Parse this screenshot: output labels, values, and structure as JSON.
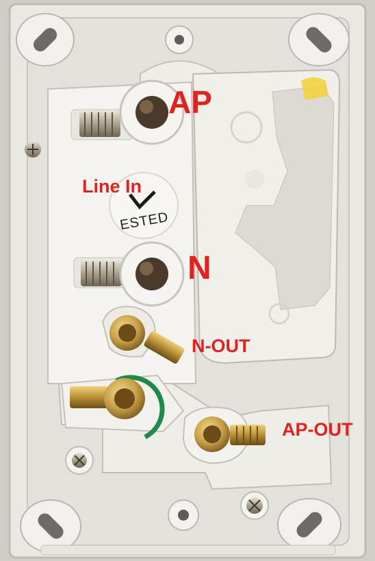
{
  "labels": {
    "ap": "AP",
    "line_in": "Line In",
    "n": "N",
    "n_out": "N-OUT",
    "ap_out": "AP-OUT"
  },
  "stamp_text": "ESTED",
  "colors": {
    "label_red": "#e1221f",
    "plastic_white": "#ecebe6",
    "brass": "#c9a24a",
    "green_band": "#1f8a4c",
    "background": "#d9d7d2"
  }
}
